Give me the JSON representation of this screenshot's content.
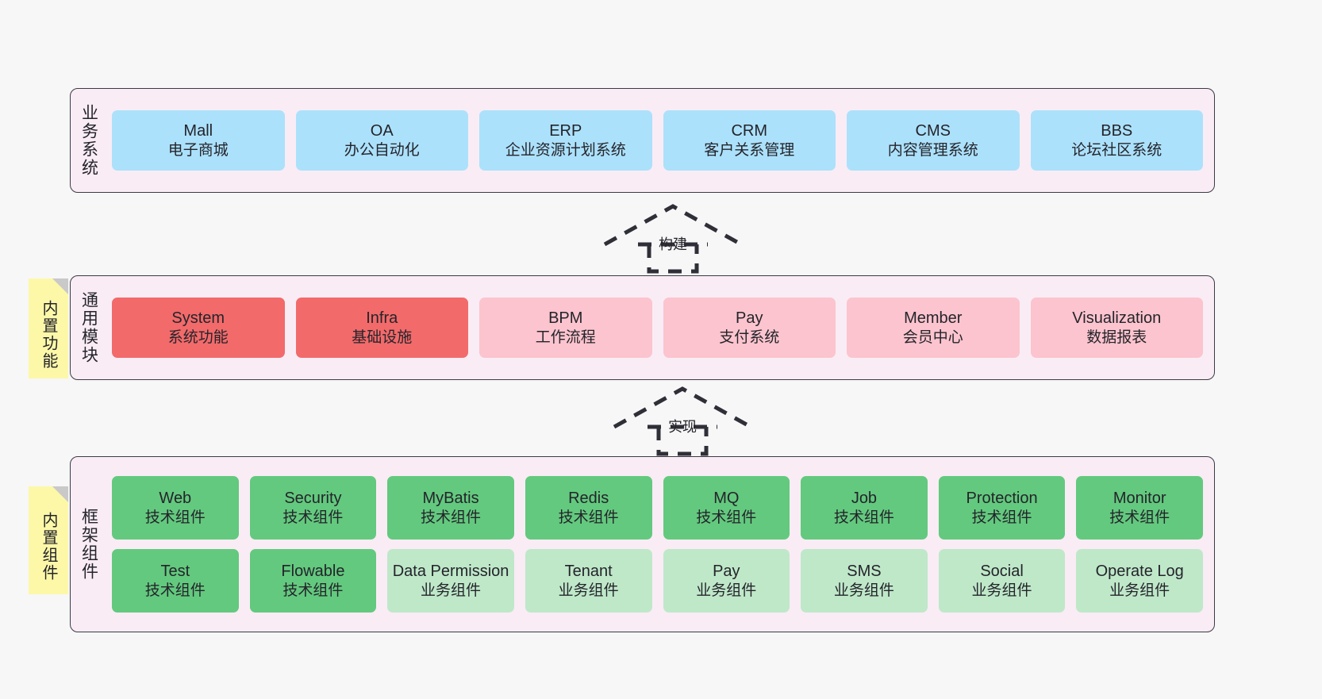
{
  "diagram": {
    "title": "",
    "background_color": "#f7f7f7",
    "panel_color": "#f9ecf5",
    "border_color": "#3b3b45"
  },
  "layers": [
    {
      "id": "business",
      "title": "业务系统",
      "note": null,
      "rows": [
        {
          "cards": [
            {
              "name": "Mall",
              "subtitle": "电子商城",
              "color": "#ace1fb",
              "style": "c-blue"
            },
            {
              "name": "OA",
              "subtitle": "办公自动化",
              "color": "#ace1fb",
              "style": "c-blue"
            },
            {
              "name": "ERP",
              "subtitle": "企业资源计划系统",
              "color": "#ace1fb",
              "style": "c-blue"
            },
            {
              "name": "CRM",
              "subtitle": "客户关系管理",
              "color": "#ace1fb",
              "style": "c-blue"
            },
            {
              "name": "CMS",
              "subtitle": "内容管理系统",
              "color": "#ace1fb",
              "style": "c-blue"
            },
            {
              "name": "BBS",
              "subtitle": "论坛社区系统",
              "color": "#ace1fb",
              "style": "c-blue"
            }
          ]
        }
      ]
    },
    {
      "id": "modules",
      "title": "通用模块",
      "note": "内置功能",
      "rows": [
        {
          "cards": [
            {
              "name": "System",
              "subtitle": "系统功能",
              "color": "#f26a6a",
              "style": "c-red"
            },
            {
              "name": "Infra",
              "subtitle": "基础设施",
              "color": "#f26a6a",
              "style": "c-red"
            },
            {
              "name": "BPM",
              "subtitle": "工作流程",
              "color": "#fcc4ce",
              "style": "c-pink"
            },
            {
              "name": "Pay",
              "subtitle": "支付系统",
              "color": "#fcc4ce",
              "style": "c-pink"
            },
            {
              "name": "Member",
              "subtitle": "会员中心",
              "color": "#fcc4ce",
              "style": "c-pink"
            },
            {
              "name": "Visualization",
              "subtitle": "数据报表",
              "color": "#fcc4ce",
              "style": "c-pink"
            }
          ]
        }
      ]
    },
    {
      "id": "framework",
      "title": "框架组件",
      "note": "内置组件",
      "rows": [
        {
          "cards": [
            {
              "name": "Web",
              "subtitle": "技术组件",
              "color": "#63c97e",
              "style": "c-green"
            },
            {
              "name": "Security",
              "subtitle": "技术组件",
              "color": "#63c97e",
              "style": "c-green"
            },
            {
              "name": "MyBatis",
              "subtitle": "技术组件",
              "color": "#63c97e",
              "style": "c-green"
            },
            {
              "name": "Redis",
              "subtitle": "技术组件",
              "color": "#63c97e",
              "style": "c-green"
            },
            {
              "name": "MQ",
              "subtitle": "技术组件",
              "color": "#63c97e",
              "style": "c-green"
            },
            {
              "name": "Job",
              "subtitle": "技术组件",
              "color": "#63c97e",
              "style": "c-green"
            },
            {
              "name": "Protection",
              "subtitle": "技术组件",
              "color": "#63c97e",
              "style": "c-green"
            },
            {
              "name": "Monitor",
              "subtitle": "技术组件",
              "color": "#63c97e",
              "style": "c-green"
            }
          ]
        },
        {
          "cards": [
            {
              "name": "Test",
              "subtitle": "技术组件",
              "color": "#63c97e",
              "style": "c-green"
            },
            {
              "name": "Flowable",
              "subtitle": "技术组件",
              "color": "#63c97e",
              "style": "c-green"
            },
            {
              "name": "Data Permission",
              "subtitle": "业务组件",
              "color": "#bfe8c9",
              "style": "c-lgreen"
            },
            {
              "name": "Tenant",
              "subtitle": "业务组件",
              "color": "#bfe8c9",
              "style": "c-lgreen"
            },
            {
              "name": "Pay",
              "subtitle": "业务组件",
              "color": "#bfe8c9",
              "style": "c-lgreen"
            },
            {
              "name": "SMS",
              "subtitle": "业务组件",
              "color": "#bfe8c9",
              "style": "c-lgreen"
            },
            {
              "name": "Social",
              "subtitle": "业务组件",
              "color": "#bfe8c9",
              "style": "c-lgreen"
            },
            {
              "name": "Operate Log",
              "subtitle": "业务组件",
              "color": "#bfe8c9",
              "style": "c-lgreen"
            }
          ]
        }
      ]
    }
  ],
  "connectors": [
    {
      "id": "build",
      "label": "构建",
      "from": "modules",
      "to": "business",
      "kind": "generalization-dashed"
    },
    {
      "id": "impl",
      "label": "实现",
      "from": "framework",
      "to": "modules",
      "kind": "generalization-dashed"
    }
  ]
}
